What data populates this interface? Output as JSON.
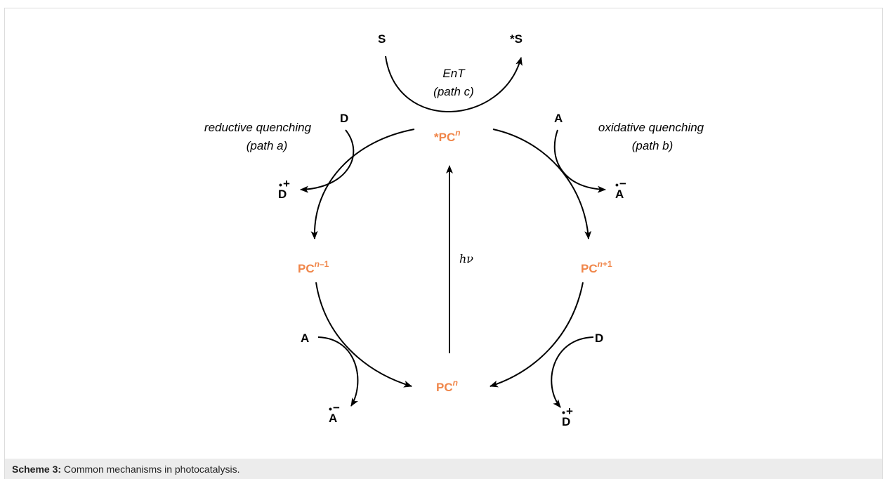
{
  "diagram": {
    "species": {
      "substrate": "S",
      "excited_substrate": "*S",
      "donor_top": "D",
      "acceptor_top": "A",
      "acceptor_bottom_left": "A",
      "donor_bottom_right": "D",
      "donor_radical_cation_left": "D",
      "acceptor_radical_anion_right": "A",
      "acceptor_radical_anion_bottom": "A",
      "donor_radical_cation_bottom": "D",
      "cation_sign": "+",
      "anion_sign": "−",
      "radical_dot": "•"
    },
    "photocatalyst": {
      "excited": {
        "prefix": "*PC",
        "superscript": "n"
      },
      "reduced": {
        "prefix": "PC",
        "superscript_italic": "n",
        "superscript_rest": "–1"
      },
      "oxidized": {
        "prefix": "PC",
        "superscript_italic": "n",
        "superscript_rest": "+1"
      },
      "ground": {
        "prefix": "PC",
        "superscript": "n"
      }
    },
    "labels": {
      "ent": "EnT",
      "path_c": "(path c)",
      "reductive": "reductive quenching",
      "path_a": "(path a)",
      "oxidative": "oxidative quenching",
      "path_b": "(path b)",
      "light": "hν"
    },
    "colors": {
      "photocatalyst": "#f0864a",
      "text": "#000000",
      "caption_bar": "#ececec"
    }
  },
  "caption": {
    "label": "Scheme 3:",
    "text": " Common mechanisms in photocatalysis."
  }
}
